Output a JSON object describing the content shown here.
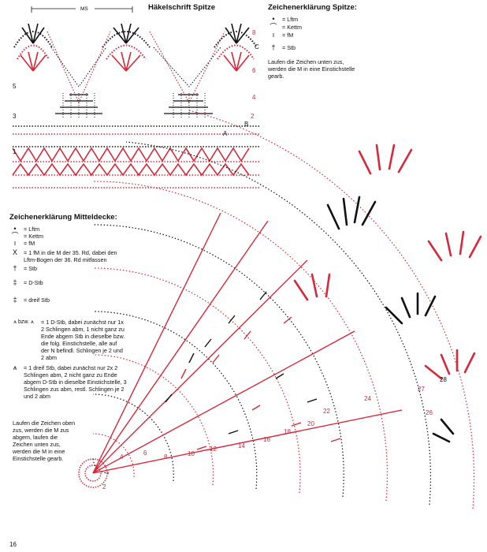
{
  "lace": {
    "title": "Häkelschrift Spitze",
    "ms_label": "MS",
    "row_labels_left": [
      "5",
      "3",
      "1"
    ],
    "row_labels_right": [
      "8",
      "C",
      "6",
      "4",
      "2",
      "A",
      "B"
    ],
    "legend_title": "Zeichenerklärung Spitze:",
    "legend_items": [
      {
        "sym": "•",
        "text": "= Lftm"
      },
      {
        "sym": "⌒",
        "text": "= Kettm"
      },
      {
        "sym": "ı",
        "text": "= fM"
      },
      {
        "sym": "†",
        "text": "= Stb"
      }
    ],
    "note": "Laufen die Zeichen unten zus, werden die M in eine Einstichstelle gearb."
  },
  "center": {
    "legend_title": "Zeichenerklärung Mitteldecke:",
    "legend_items": [
      {
        "sym": "•",
        "text": "= Lftm"
      },
      {
        "sym": "⌒",
        "text": "= Kettm"
      },
      {
        "sym": "ı",
        "text": "= fM"
      },
      {
        "sym": "X",
        "text": "= 1 fM in die M der 35. Rd, dabei den Lftm-Bogen der 36. Rd mitfassen"
      },
      {
        "sym": "†",
        "text": "= Stb"
      },
      {
        "sym": "‡",
        "text": "= D-Stb"
      },
      {
        "sym": "‡",
        "text": "= dreif Stb"
      },
      {
        "sym": "⩚ bzw. ⩚",
        "text": "= 1 D-Stb, dabei zunächst nur 1x 2 Schlingen abm, 1 nicht ganz zu Ende abgem Stb in dieselbe bzw. die folg. Einstichstelle, alle auf der N befindl. Schlingen je 2 und 2 abm"
      },
      {
        "sym": "⩚",
        "text": "= 1 dreif Stb, dabei zunächst nur 2x 2 Schlingen abm, 2 nicht ganz zu Ende abgem D-Stb in dieselbe Einstichstelle, 3 Schlingen zus abm, restl. Schlingen je 2 und 2 abm"
      }
    ],
    "note": "Laufen die Zeichen oben zus, werden die M zus abgem, laufen die Zeichen unten zus, werden die M in eine Einstichstelle gearb.",
    "round_numbers": [
      "2",
      "4",
      "6",
      "8",
      "10",
      "12",
      "14",
      "16",
      "18",
      "20",
      "22",
      "24",
      "26",
      "27",
      "28"
    ]
  },
  "page_number": "16",
  "colors": {
    "red": "#d8283a",
    "black": "#111111"
  }
}
